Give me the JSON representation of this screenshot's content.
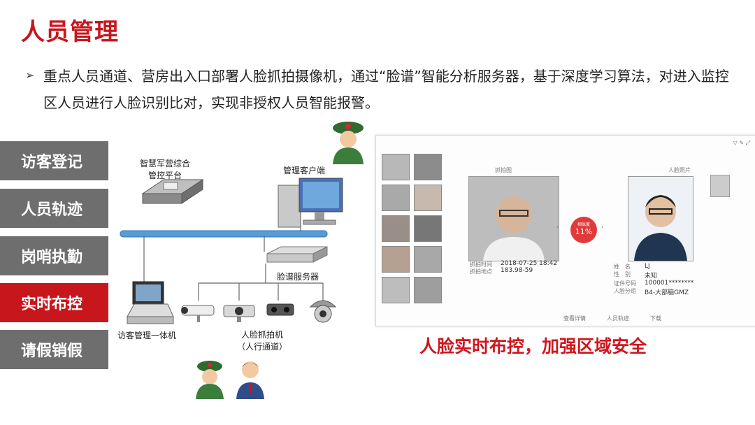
{
  "title": "人员管理",
  "bullet": "重点人员通道、营房出入口部署人脸抓拍摄像机，通过“脸谱”智能分析服务器，基于深度学习算法，对进入监控区人员进行人脸识别比对，实现非授权人员智能报警。",
  "sidebar": {
    "items": [
      {
        "label": "访客登记"
      },
      {
        "label": "人员轨迹"
      },
      {
        "label": "岗哨执勤"
      },
      {
        "label": "实时布控"
      },
      {
        "label": "请假销假"
      }
    ]
  },
  "diagram": {
    "platform_line1": "智慧军营综合",
    "platform_line2": "管控平台",
    "client": "管理客户端",
    "server": "脸谱服务器",
    "kiosk": "访客管理一体机",
    "cameras_line1": "人脸抓拍机",
    "cameras_line2": "（人行通道）"
  },
  "screenshot": {
    "capture_title": "抓拍图",
    "face_title": "人脸照片",
    "similarity": "11%",
    "similarity_label": "相似度",
    "capture_time_label": "抓拍时间",
    "capture_time": "2018-07-25 18:42",
    "capture_place_label": "抓拍地点",
    "capture_place": "183.98-59",
    "fields": [
      {
        "k": "姓　名",
        "v": "LJ"
      },
      {
        "k": "性　别",
        "v": "未知"
      },
      {
        "k": "证件号码",
        "v": "100001********"
      },
      {
        "k": "人脸分组",
        "v": "B4-大部脑GMZ"
      }
    ],
    "footer": [
      "查看详情",
      "人员轨迹",
      "下载"
    ]
  },
  "caption": "人脸实时布控，加强区域安全",
  "colors": {
    "accent": "#c8161d",
    "menu": "#6e6e6e",
    "network": "#5b9bd5"
  }
}
